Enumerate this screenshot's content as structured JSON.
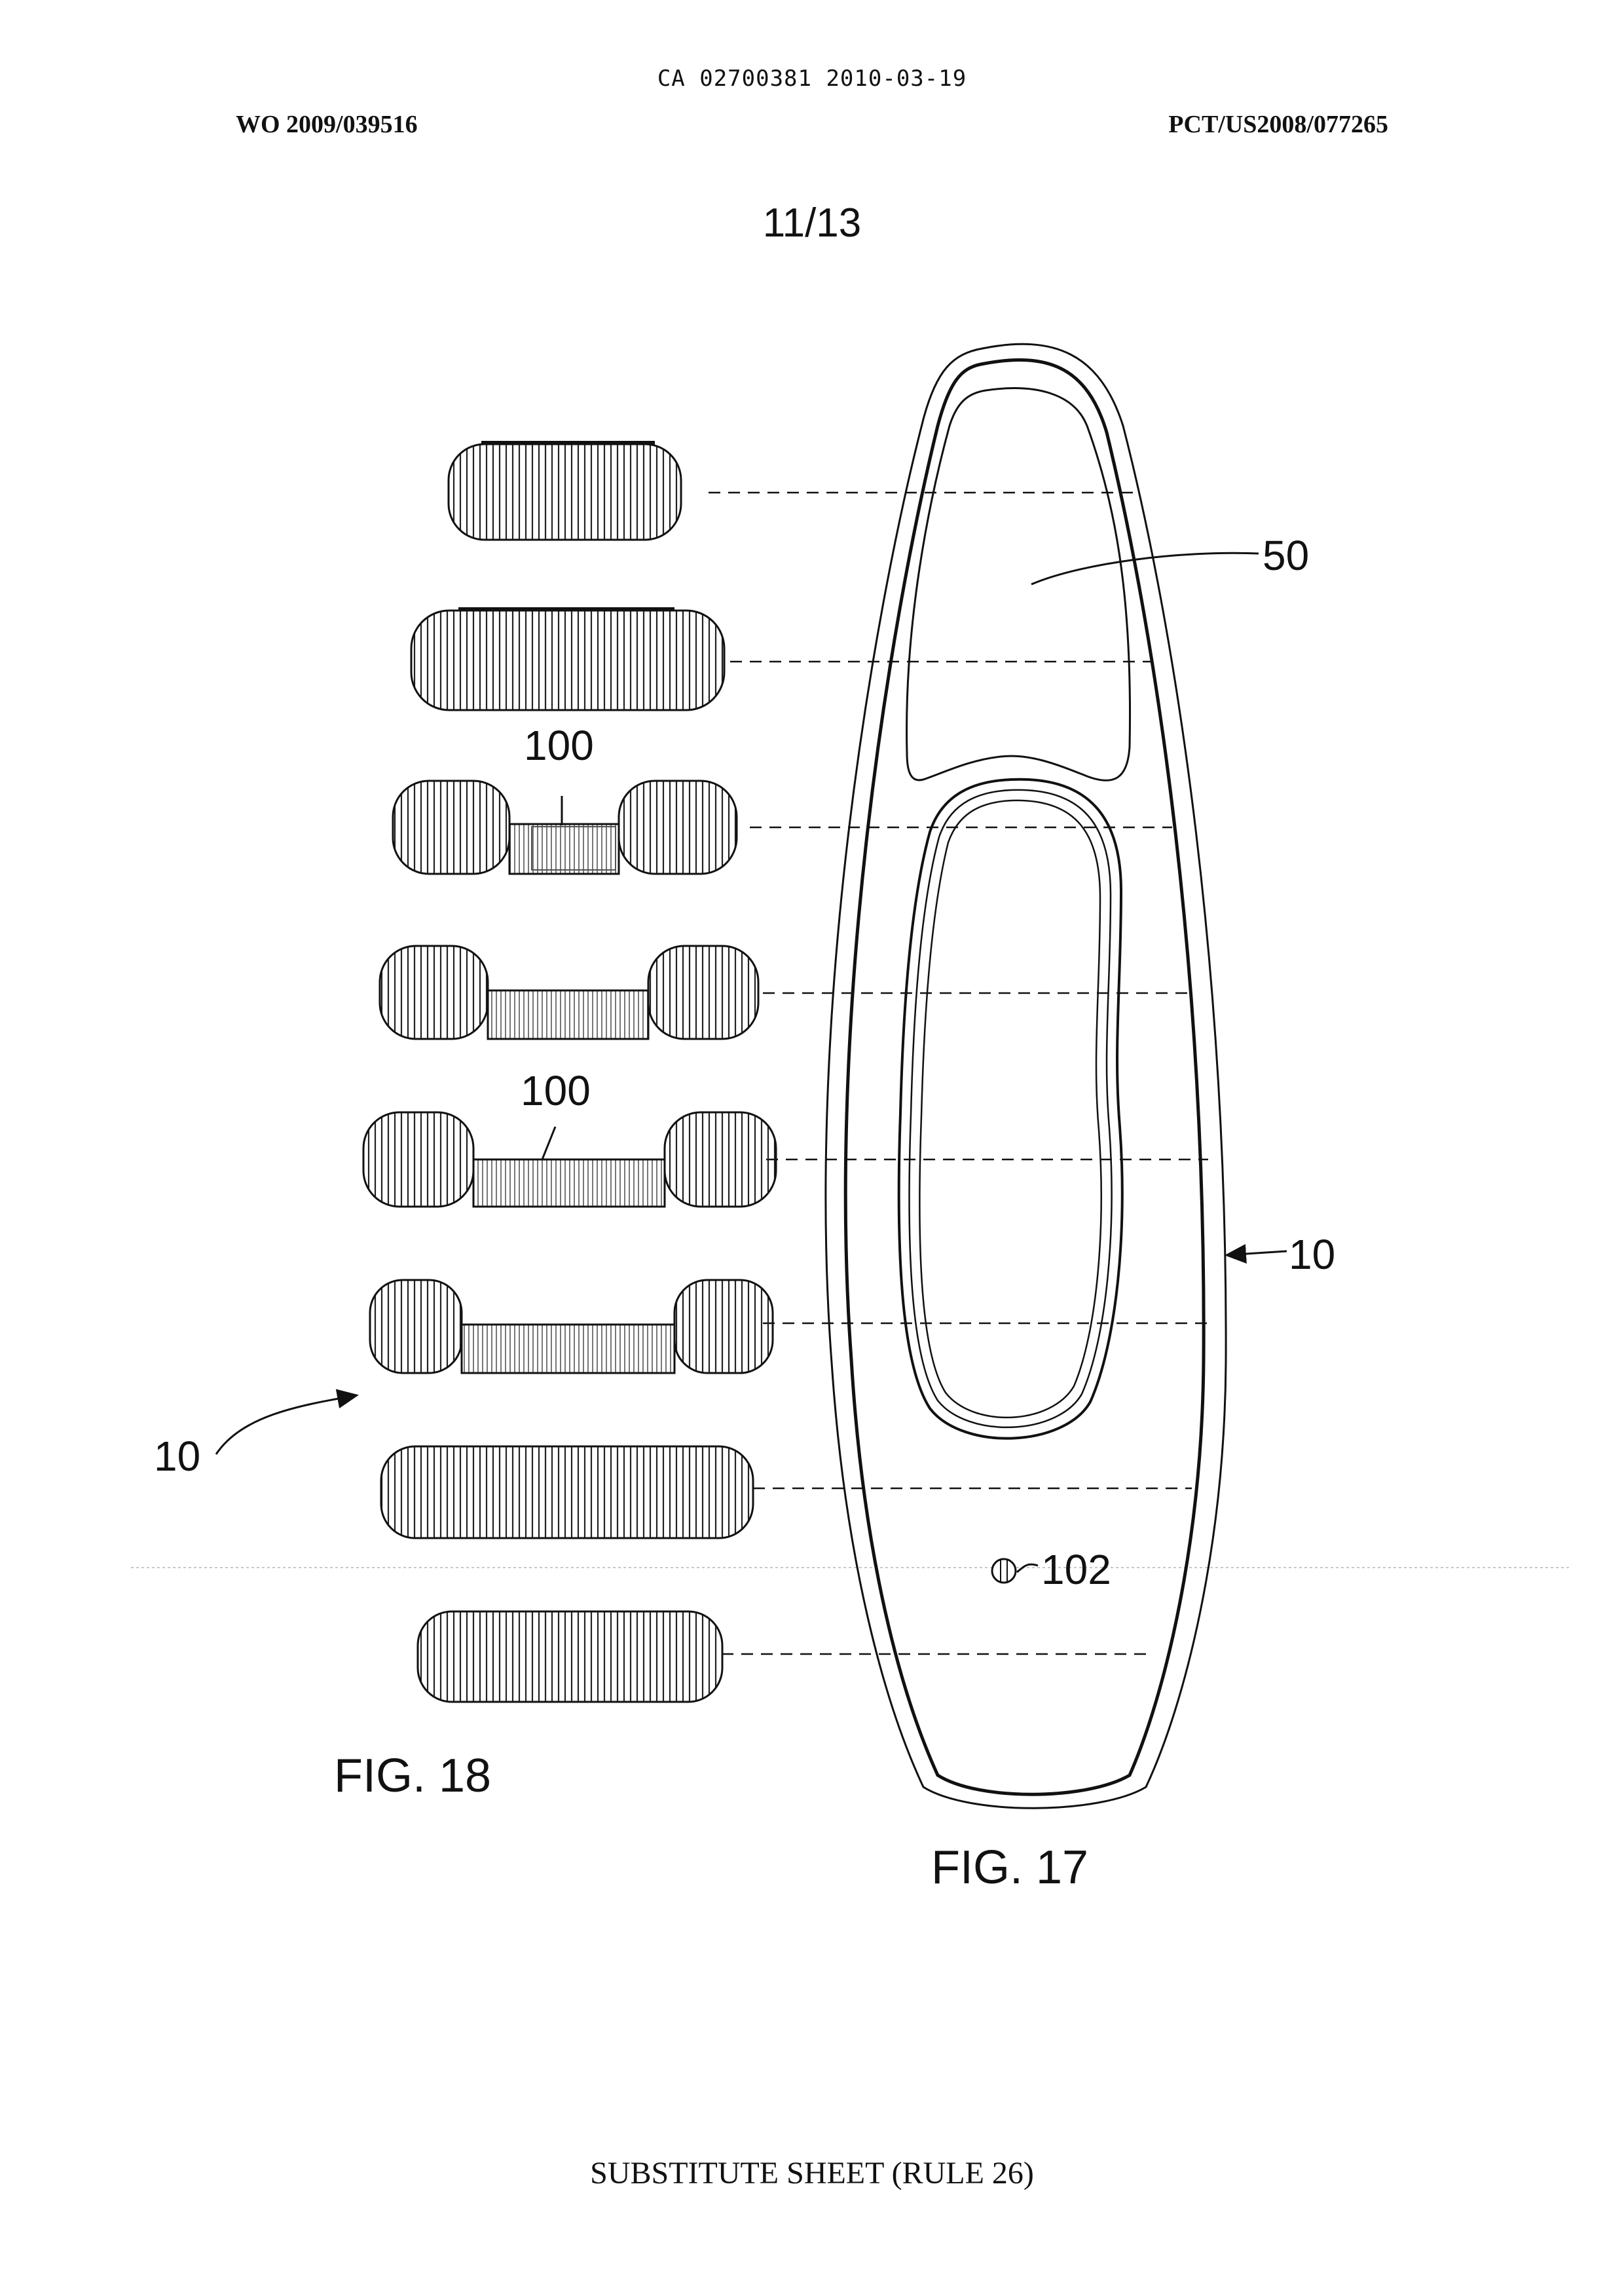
{
  "header": {
    "document_id": "CA 02700381 2010-03-19",
    "publication_number": "WO 2009/039516",
    "application_number": "PCT/US2008/077265"
  },
  "sheet_number": "11/13",
  "footer": "SUBSTITUTE SHEET (RULE 26)",
  "figures": {
    "fig17": {
      "caption": "FIG. 17",
      "labels": {
        "pad": "50",
        "device": "10",
        "valve": "102"
      }
    },
    "fig18": {
      "caption": "FIG. 18",
      "labels": {
        "device": "10",
        "insert_a": "100",
        "insert_b": "100"
      }
    }
  }
}
